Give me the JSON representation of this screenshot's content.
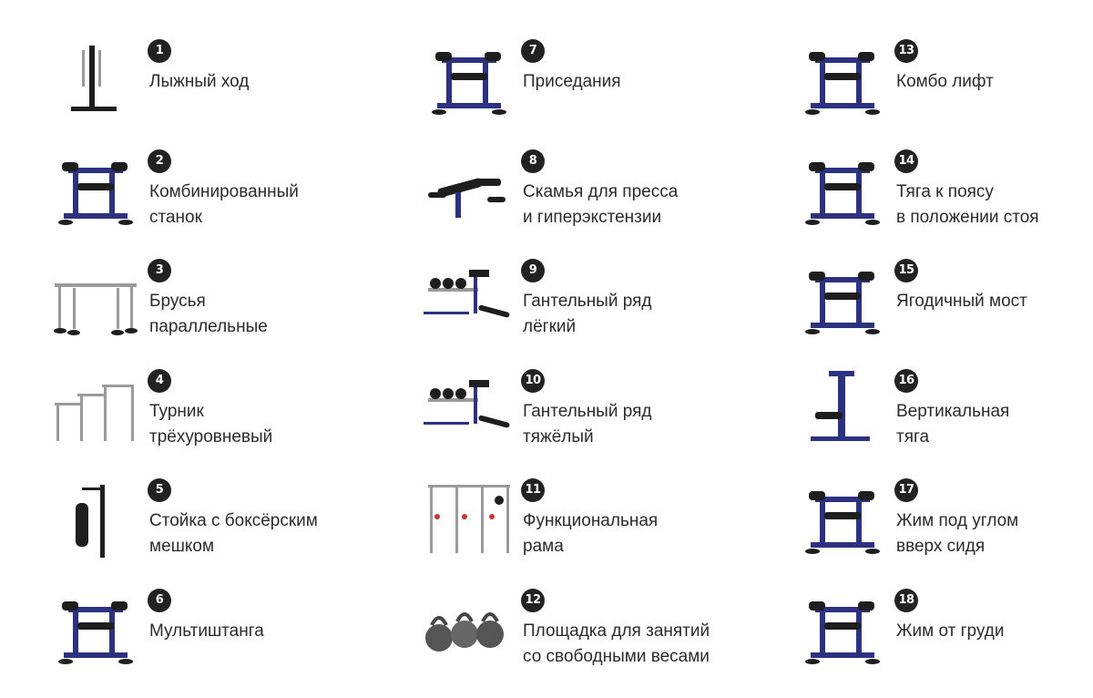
{
  "items": [
    {
      "num": "1",
      "label": "Лыжный ход",
      "icon": "ski-machine"
    },
    {
      "num": "2",
      "label": "Комбинированный\nстанок",
      "icon": "machine"
    },
    {
      "num": "3",
      "label": "Брусья\nпараллельные",
      "icon": "bars"
    },
    {
      "num": "4",
      "label": "Турник\nтрёхуровневый",
      "icon": "pullup"
    },
    {
      "num": "5",
      "label": "Стойка с боксёрским\nмешком",
      "icon": "bag"
    },
    {
      "num": "6",
      "label": "Мультиштанга",
      "icon": "machine"
    },
    {
      "num": "7",
      "label": "Приседания",
      "icon": "machine"
    },
    {
      "num": "8",
      "label": "Скамья для пресса\nи гиперэкстензии",
      "icon": "bench"
    },
    {
      "num": "9",
      "label": "Гантельный ряд\nлёгкий",
      "icon": "dumbbells"
    },
    {
      "num": "10",
      "label": "Гантельный ряд\nтяжёлый",
      "icon": "dumbbells"
    },
    {
      "num": "11",
      "label": "Функциональная\nрама",
      "icon": "frame"
    },
    {
      "num": "12",
      "label": "Площадка для занятий\nсо свободными весами",
      "icon": "kettlebells"
    },
    {
      "num": "13",
      "label": "Комбо лифт",
      "icon": "machine"
    },
    {
      "num": "14",
      "label": "Тяга к поясу\nв положении стоя",
      "icon": "machine"
    },
    {
      "num": "15",
      "label": "Ягодичный мост",
      "icon": "machine"
    },
    {
      "num": "16",
      "label": "Вертикальная\nтяга",
      "icon": "tower"
    },
    {
      "num": "17",
      "label": "Жим под углом\nвверх сидя",
      "icon": "machine"
    },
    {
      "num": "18",
      "label": "Жим от груди",
      "icon": "machine"
    }
  ],
  "colors": {
    "frame": "#2a2f7a",
    "badge": "#222222",
    "text": "#2b2b2b"
  }
}
